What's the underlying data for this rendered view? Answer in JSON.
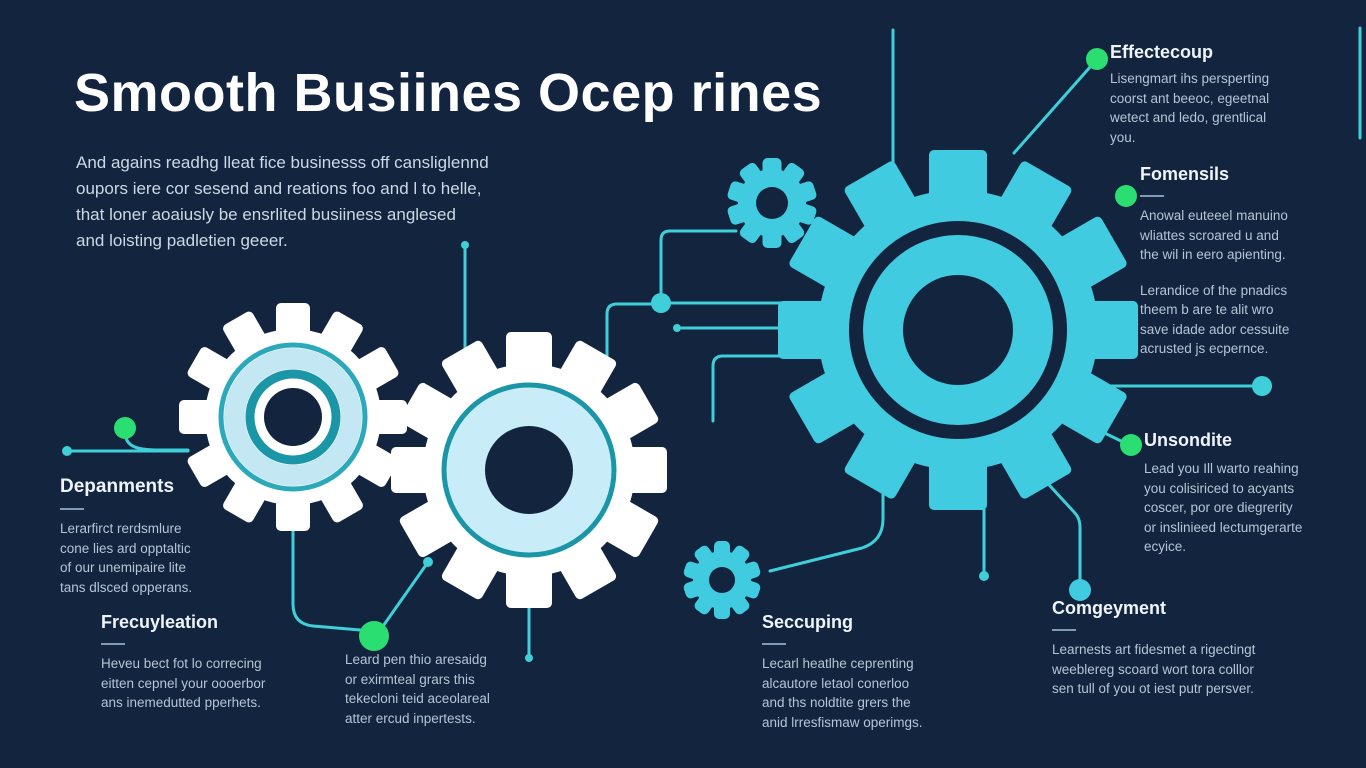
{
  "poster": {
    "title": "Smooth Busiines Ocep rines",
    "intro": "And agains readhg lleat fice businesss off cansliglennd\noupors iere cor sesend and reations foo and l to helle,\nthat loner aoaiusly be ensrlited busiiness anglesed\nand loisting padletien geeer."
  },
  "blocks": {
    "effectecoup": {
      "heading": "Effectecoup",
      "body": "Lisengmart ihs persperting\ncoorst ant beeoc, egeetnal\nwetect and ledo, grentlical\nyou."
    },
    "fomensils": {
      "heading": "Fomensils",
      "body1": "Anowal euteeel manuino\nwliattes scroared u and\nthe wil in eero apienting.",
      "body2": "Lerandice of the pnadics\ntheem b are te alit wro\nsave idade ador cessuite\nacrusted js ecpernce."
    },
    "unsondite": {
      "heading": "Unsondite",
      "body": "Lead you Ill warto reahing\nyou colisiriced to acyants\ncoscer, por ore diegrerity\nor inslinieed lectumgerarte\necyice."
    },
    "depanments": {
      "heading": "Depanments",
      "body": "Lerarfirct rerdsmlure\ncone lies ard opptaltic\nof our unemipaire lite\ntans dlsced opperans."
    },
    "frecuyleation": {
      "heading": "Frecuyleation",
      "body": "Heveu bect fot lo correcing\neitten cepnel your oooerbor\nans inemedutted pperhets."
    },
    "leard": {
      "body": "Leard pen thio aresaidg\nor exirmteal grars this\ntekecloni teid aceolareal\natter ercud inpertests."
    },
    "seccuping": {
      "heading": "Seccuping",
      "body": "Lecarl heatlhe ceprenting\nalcautore letaol conerloo\nand ths noldtite grers the\nanid lrresfismaw operimgs."
    },
    "comgeyment": {
      "heading": "Comgeyment",
      "body": "Learnests art fidesmet a rigectingt\nweeblereg scoard wort tora colllor\nsen tull of you ot iest putr persver."
    }
  },
  "icons": {
    "gears": [
      "left-gear-icon",
      "middle-gear-icon",
      "large-gear-icon",
      "small-top-gear-icon",
      "small-bottom-gear-icon"
    ],
    "connectors": "circuit-lines"
  },
  "colors": {
    "background": "#13243f",
    "gear_cyan": "#41cbe0",
    "gear_white": "#ffffff",
    "gear_lightblue": "#c3e8f4",
    "teal_ring": "#1b96a6",
    "line_teal": "#3ecfd8",
    "dot_green": "#2ade71",
    "heading_text": "#eef4fa",
    "body_text": "#b6c4d6"
  }
}
